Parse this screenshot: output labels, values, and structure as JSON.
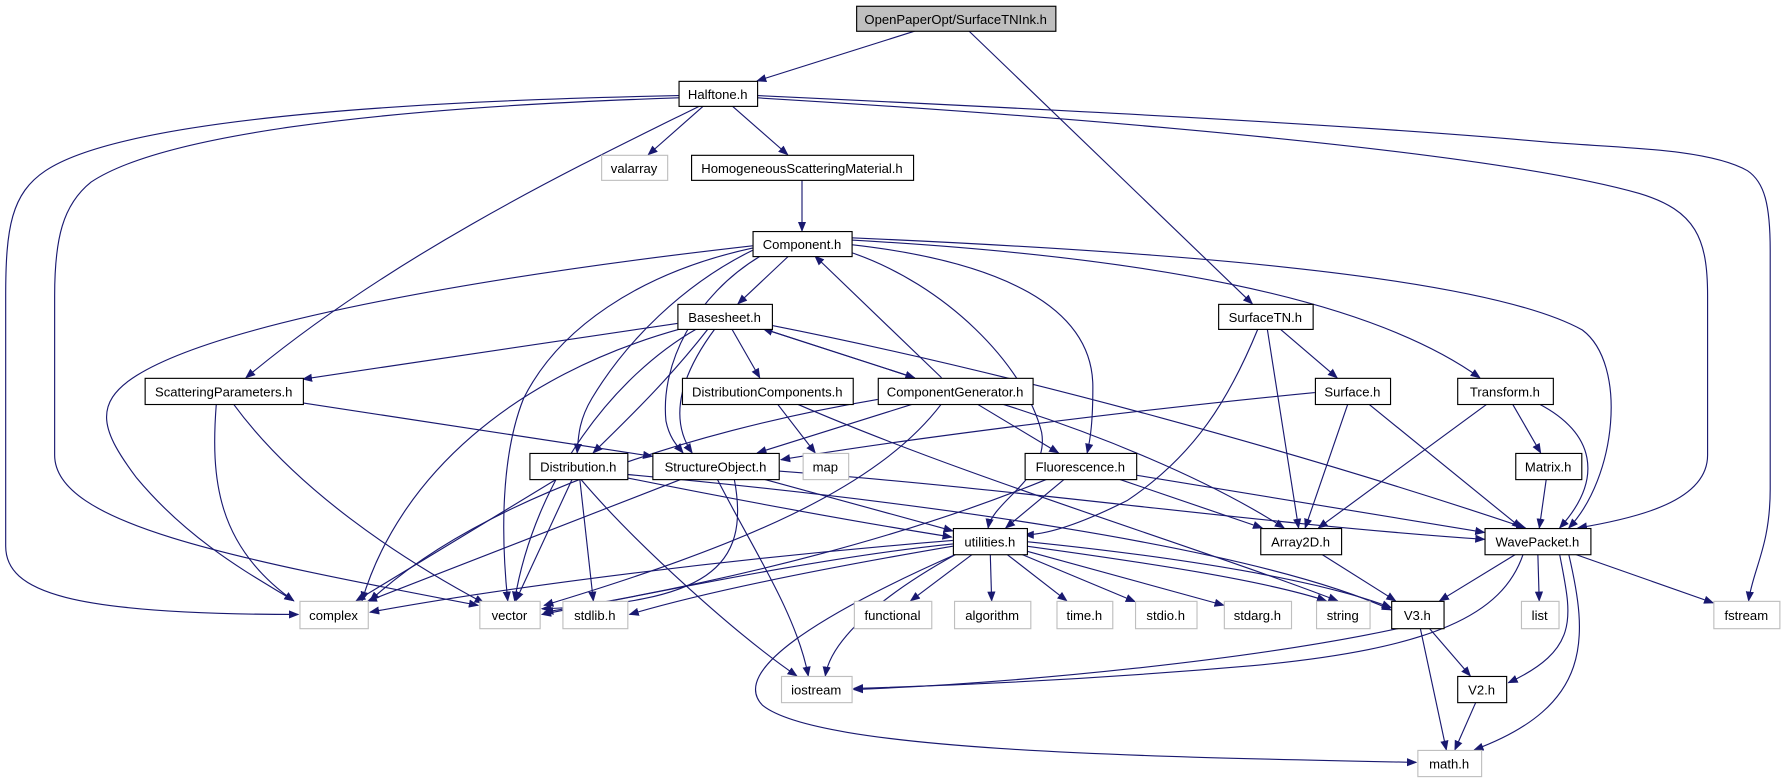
{
  "diagram": {
    "type": "include-dependency-graph",
    "root": "OpenPaperOpt/SurfaceTNInk.h",
    "colors": {
      "edge": "#191970",
      "root_fill": "#bfbfbf",
      "project_border": "#000000",
      "system_border": "#bfbfbf"
    },
    "nodes": [
      {
        "id": "root",
        "label": "OpenPaperOpt/SurfaceTNInk.h",
        "kind": "root"
      },
      {
        "id": "halftone",
        "label": "Halftone.h",
        "kind": "project"
      },
      {
        "id": "valarray",
        "label": "valarray",
        "kind": "system"
      },
      {
        "id": "hsm",
        "label": "HomogeneousScatteringMaterial.h",
        "kind": "project"
      },
      {
        "id": "component",
        "label": "Component.h",
        "kind": "project"
      },
      {
        "id": "basesheet",
        "label": "Basesheet.h",
        "kind": "project"
      },
      {
        "id": "surfacetn",
        "label": "SurfaceTN.h",
        "kind": "project"
      },
      {
        "id": "scatparams",
        "label": "ScatteringParameters.h",
        "kind": "project"
      },
      {
        "id": "distcomp",
        "label": "DistributionComponents.h",
        "kind": "project"
      },
      {
        "id": "compgen",
        "label": "ComponentGenerator.h",
        "kind": "project"
      },
      {
        "id": "surface",
        "label": "Surface.h",
        "kind": "project"
      },
      {
        "id": "transform",
        "label": "Transform.h",
        "kind": "project"
      },
      {
        "id": "distribution",
        "label": "Distribution.h",
        "kind": "project"
      },
      {
        "id": "structobj",
        "label": "StructureObject.h",
        "kind": "project"
      },
      {
        "id": "map",
        "label": "map",
        "kind": "system"
      },
      {
        "id": "fluorescence",
        "label": "Fluorescence.h",
        "kind": "project"
      },
      {
        "id": "matrix",
        "label": "Matrix.h",
        "kind": "project"
      },
      {
        "id": "utilities",
        "label": "utilities.h",
        "kind": "project"
      },
      {
        "id": "array2d",
        "label": "Array2D.h",
        "kind": "project"
      },
      {
        "id": "wavepacket",
        "label": "WavePacket.h",
        "kind": "project"
      },
      {
        "id": "complex",
        "label": "complex",
        "kind": "system"
      },
      {
        "id": "vector",
        "label": "vector",
        "kind": "system"
      },
      {
        "id": "stdlib",
        "label": "stdlib.h",
        "kind": "system"
      },
      {
        "id": "functional",
        "label": "functional",
        "kind": "system"
      },
      {
        "id": "algorithm",
        "label": "algorithm",
        "kind": "system"
      },
      {
        "id": "time",
        "label": "time.h",
        "kind": "system"
      },
      {
        "id": "stdio",
        "label": "stdio.h",
        "kind": "system"
      },
      {
        "id": "stdarg",
        "label": "stdarg.h",
        "kind": "system"
      },
      {
        "id": "string",
        "label": "string",
        "kind": "system"
      },
      {
        "id": "v3",
        "label": "V3.h",
        "kind": "project"
      },
      {
        "id": "list",
        "label": "list",
        "kind": "system"
      },
      {
        "id": "fstream",
        "label": "fstream",
        "kind": "system"
      },
      {
        "id": "iostream",
        "label": "iostream",
        "kind": "system"
      },
      {
        "id": "v2",
        "label": "V2.h",
        "kind": "project"
      },
      {
        "id": "math",
        "label": "math.h",
        "kind": "system"
      }
    ],
    "edges": [
      [
        "root",
        "halftone"
      ],
      [
        "root",
        "surfacetn"
      ],
      [
        "halftone",
        "valarray"
      ],
      [
        "halftone",
        "hsm"
      ],
      [
        "halftone",
        "scatparams"
      ],
      [
        "halftone",
        "complex"
      ],
      [
        "halftone",
        "vector"
      ],
      [
        "halftone",
        "wavepacket"
      ],
      [
        "halftone",
        "fstream"
      ],
      [
        "hsm",
        "component"
      ],
      [
        "component",
        "basesheet"
      ],
      [
        "component",
        "complex"
      ],
      [
        "component",
        "vector"
      ],
      [
        "component",
        "distribution"
      ],
      [
        "component",
        "structobj"
      ],
      [
        "component",
        "utilities"
      ],
      [
        "component",
        "fluorescence"
      ],
      [
        "component",
        "transform"
      ],
      [
        "component",
        "wavepacket"
      ],
      [
        "basesheet",
        "scatparams"
      ],
      [
        "basesheet",
        "distcomp"
      ],
      [
        "basesheet",
        "compgen"
      ],
      [
        "basesheet",
        "distribution"
      ],
      [
        "basesheet",
        "structobj"
      ],
      [
        "basesheet",
        "complex"
      ],
      [
        "basesheet",
        "vector"
      ],
      [
        "basesheet",
        "wavepacket"
      ],
      [
        "compgen",
        "basesheet"
      ],
      [
        "compgen",
        "component"
      ],
      [
        "compgen",
        "structobj"
      ],
      [
        "compgen",
        "fluorescence"
      ],
      [
        "compgen",
        "array2d"
      ],
      [
        "compgen",
        "complex"
      ],
      [
        "compgen",
        "vector"
      ],
      [
        "distcomp",
        "map"
      ],
      [
        "distcomp",
        "string"
      ],
      [
        "scatparams",
        "structobj"
      ],
      [
        "scatparams",
        "complex"
      ],
      [
        "scatparams",
        "vector"
      ],
      [
        "surfacetn",
        "surface"
      ],
      [
        "surfacetn",
        "array2d"
      ],
      [
        "surfacetn",
        "utilities"
      ],
      [
        "surface",
        "structobj"
      ],
      [
        "surface",
        "array2d"
      ],
      [
        "surface",
        "wavepacket"
      ],
      [
        "transform",
        "matrix"
      ],
      [
        "transform",
        "array2d"
      ],
      [
        "transform",
        "wavepacket"
      ],
      [
        "matrix",
        "wavepacket"
      ],
      [
        "distribution",
        "complex"
      ],
      [
        "distribution",
        "vector"
      ],
      [
        "distribution",
        "stdlib"
      ],
      [
        "distribution",
        "iostream"
      ],
      [
        "distribution",
        "utilities"
      ],
      [
        "distribution",
        "v3"
      ],
      [
        "structobj",
        "complex"
      ],
      [
        "structobj",
        "vector"
      ],
      [
        "structobj",
        "iostream"
      ],
      [
        "structobj",
        "utilities"
      ],
      [
        "structobj",
        "wavepacket"
      ],
      [
        "fluorescence",
        "utilities"
      ],
      [
        "fluorescence",
        "array2d"
      ],
      [
        "fluorescence",
        "wavepacket"
      ],
      [
        "fluorescence",
        "vector"
      ],
      [
        "utilities",
        "complex"
      ],
      [
        "utilities",
        "vector"
      ],
      [
        "utilities",
        "stdlib"
      ],
      [
        "utilities",
        "functional"
      ],
      [
        "utilities",
        "algorithm"
      ],
      [
        "utilities",
        "time"
      ],
      [
        "utilities",
        "stdio"
      ],
      [
        "utilities",
        "stdarg"
      ],
      [
        "utilities",
        "string"
      ],
      [
        "utilities",
        "v3"
      ],
      [
        "utilities",
        "iostream"
      ],
      [
        "utilities",
        "math"
      ],
      [
        "array2d",
        "v3"
      ],
      [
        "wavepacket",
        "v3"
      ],
      [
        "wavepacket",
        "list"
      ],
      [
        "wavepacket",
        "fstream"
      ],
      [
        "wavepacket",
        "iostream"
      ],
      [
        "wavepacket",
        "v2"
      ],
      [
        "wavepacket",
        "math"
      ],
      [
        "v3",
        "iostream"
      ],
      [
        "v3",
        "v2"
      ],
      [
        "v3",
        "math"
      ],
      [
        "v2",
        "math"
      ]
    ]
  }
}
